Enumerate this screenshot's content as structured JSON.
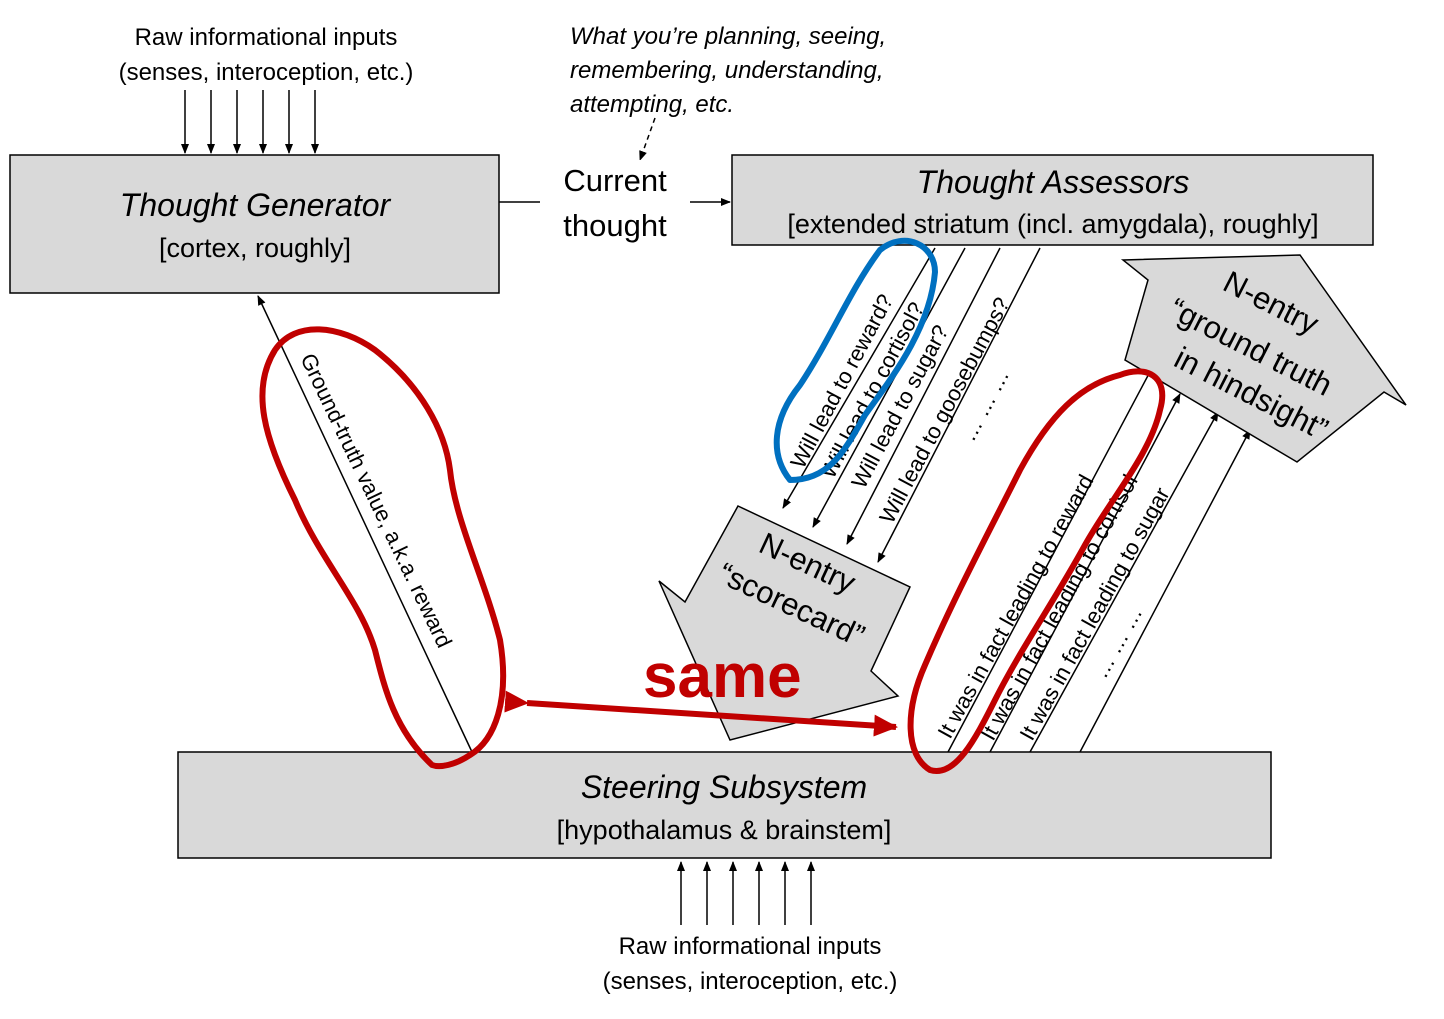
{
  "top_inputs": {
    "line1": "Raw informational inputs",
    "line2": "(senses, interoception, etc.)"
  },
  "bottom_inputs": {
    "line1": "Raw informational inputs",
    "line2": "(senses, interoception, etc.)"
  },
  "annotation": {
    "line1": "What you’re planning, seeing,",
    "line2": "remembering, understanding,",
    "line3": "attempting, etc."
  },
  "thought_generator": {
    "title": "Thought Generator",
    "subtitle": "[cortex, roughly]"
  },
  "thought_assessors": {
    "title": "Thought Assessors",
    "subtitle": "[extended striatum (incl. amygdala), roughly]"
  },
  "steering_subsystem": {
    "title": "Steering Subsystem",
    "subtitle": "[hypothalamus & brainstem]"
  },
  "current_thought": {
    "line1": "Current",
    "line2": "thought"
  },
  "reward_label": "Ground-truth value, a.k.a. reward",
  "assessor_outputs": [
    "Will lead to reward?",
    "Will lead to cortisol?",
    "Will lead to sugar?",
    "Will lead to goosebumps?",
    "…    …    …"
  ],
  "scorecard": {
    "line1": "N-entry",
    "line2": "“scorecard”"
  },
  "hindsight_signals": [
    "It was in fact leading to reward",
    "It was in fact leading to cortisol",
    "It was in fact leading to sugar",
    "…    …    …"
  ],
  "ground_truth_arrow": {
    "line1": "N-entry",
    "line2": "“ground truth",
    "line3": "in hindsight”"
  },
  "same_label": "same",
  "colors": {
    "box_fill": "#d9d9d9",
    "highlight_red": "#c00000",
    "highlight_blue": "#0070c0"
  }
}
